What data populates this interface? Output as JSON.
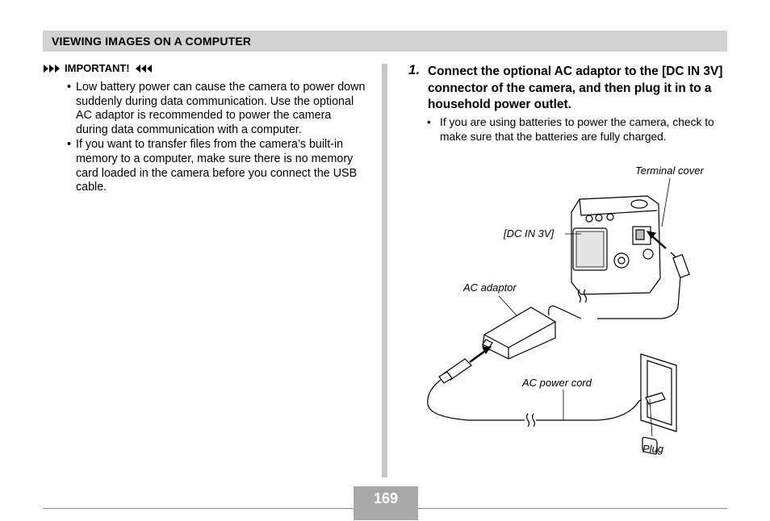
{
  "header": {
    "title": "VIEWING IMAGES ON A COMPUTER"
  },
  "important": {
    "label": "IMPORTANT!",
    "bullets": [
      "Low battery power can cause the camera to power down suddenly during data communication. Use the optional AC adaptor is recommended to power the camera during data communication with a computer.",
      "If you want to transfer files from the camera’s built-in memory to a computer, make sure there is no memory card loaded in the camera before you connect the USB cable."
    ]
  },
  "step": {
    "number": "1.",
    "text": "Connect the optional AC adaptor to the [DC IN 3V] connector of the camera, and then plug it in to a household power outlet.",
    "bullets": [
      "If you are using batteries to power the camera, check to make sure that the batteries are fully charged."
    ]
  },
  "figure": {
    "labels": {
      "terminal_cover": "Terminal cover",
      "dc_in": "[DC IN 3V]",
      "ac_adaptor": "AC adaptor",
      "ac_power_cord": "AC power cord",
      "plug": "Plug"
    }
  },
  "footer": {
    "page_number": "169"
  }
}
